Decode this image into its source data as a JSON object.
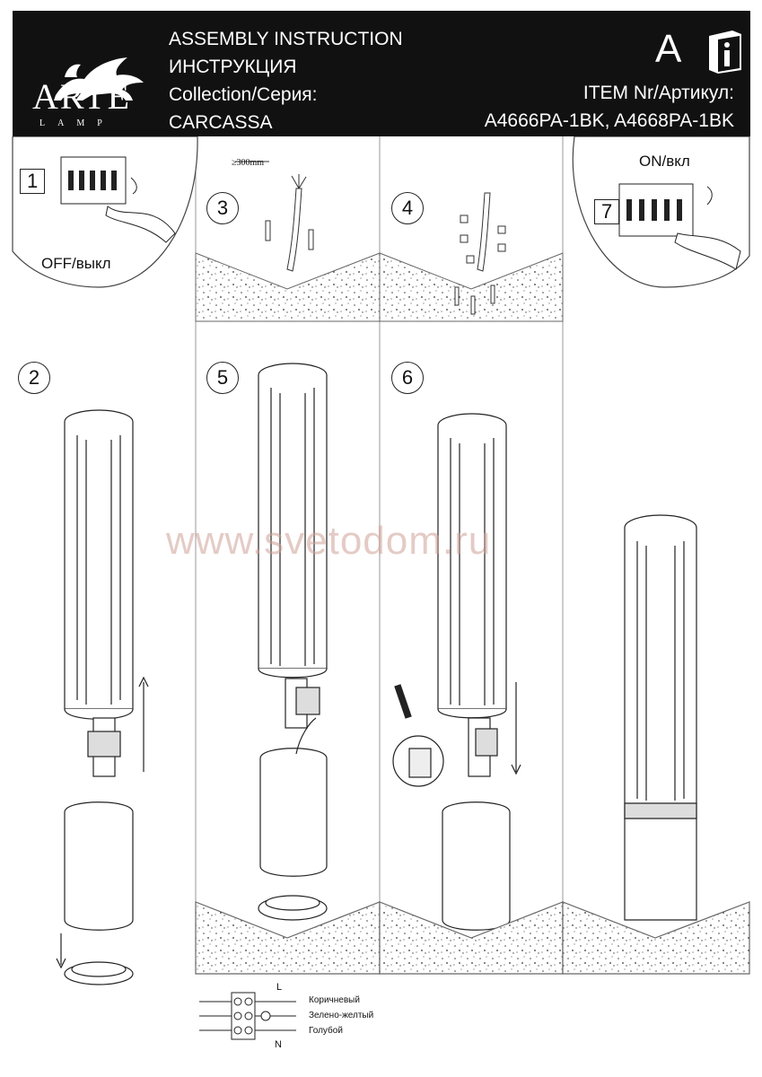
{
  "header": {
    "brand": "ARTE",
    "brand_sub": "LAMP",
    "title_en": "ASSEMBLY INSTRUCTION",
    "title_ru": "ИНСТРУКЦИЯ",
    "collection_label": "Collection/Серия:",
    "collection_value": "CARCASSA",
    "letter": "A",
    "item_label": "ITEM Nr/Артикул:",
    "item_value": "A4666PA-1BK, A4668PA-1BK"
  },
  "steps": {
    "s1": "1",
    "s2": "2",
    "s3": "3",
    "s4": "4",
    "s5": "5",
    "s6": "6",
    "s7": "7"
  },
  "labels": {
    "off": "OFF/выкл",
    "on": "ON/вкл",
    "dimension": "≥300mm"
  },
  "wiring": {
    "l": "L",
    "n": "N",
    "brown": "Коричневый",
    "green_yellow": "Зелено-желтый",
    "blue": "Голубой"
  },
  "watermark": "www.svetodom.ru"
}
